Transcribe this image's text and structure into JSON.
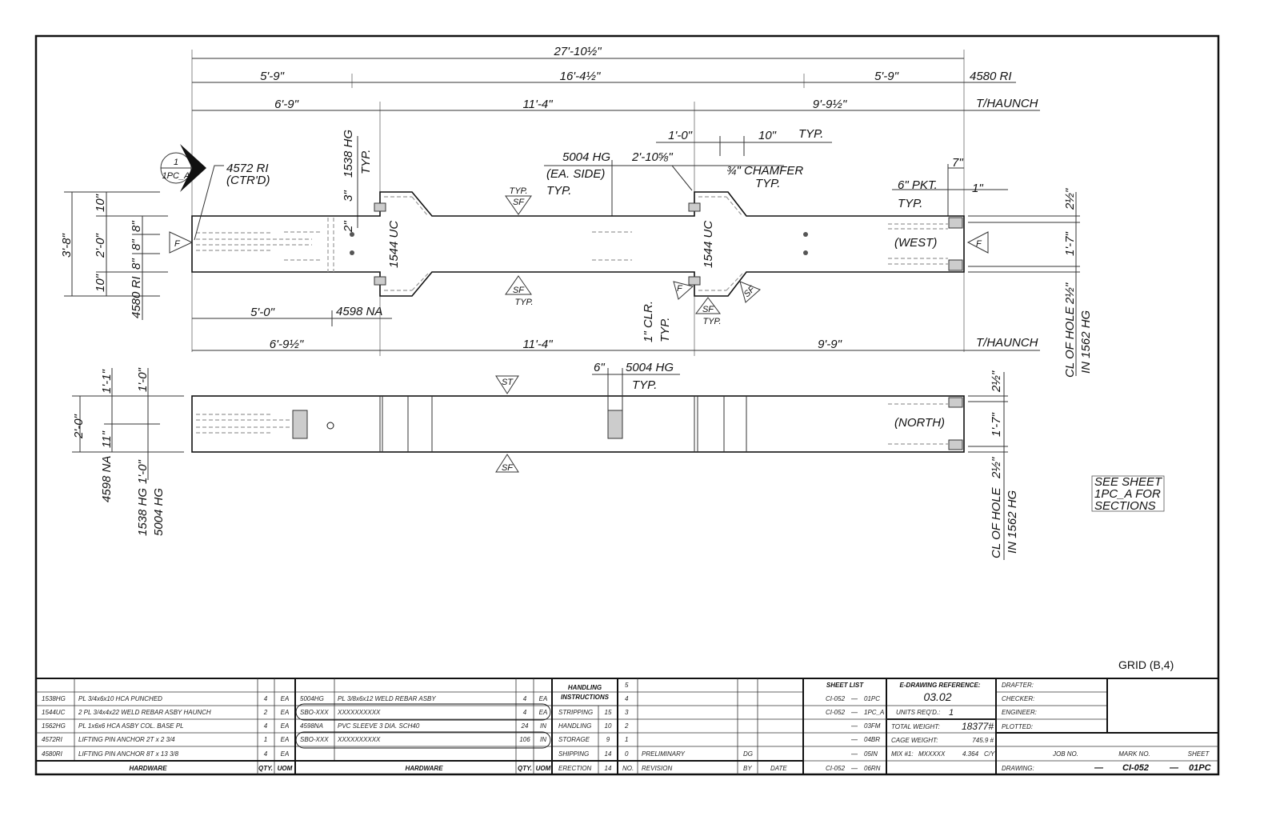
{
  "top_elevation": {
    "overall": "27'-10½\"",
    "seg1": "5'-9\"",
    "seg2": "16'-4½\"",
    "seg3": "5'-9\"",
    "ref_4580": "4580 RI",
    "haunch1": "6'-9\"",
    "haunch2": "11'-4\"",
    "haunch3": "9'-9½\"",
    "thaunch_top": "T/HAUNCH",
    "d1_0": "1'-0\"",
    "d10": "10\"",
    "typ_a": "TYP.",
    "hg5004": "5004 HG",
    "dim2_10": "2'-10⅝\"",
    "ea_side": "(EA. SIDE)",
    "typ_b": "TYP.",
    "chamfer": "¾\" CHAMFER",
    "typ_c": "TYP.",
    "pkt": "6\" PKT.",
    "typ_d": "TYP.",
    "d7": "7\"",
    "d1": "1\"",
    "ri4572": "4572 RI",
    "ctrd": "(CTR'D)",
    "section_num": "1",
    "section_sheet": "1PC_A",
    "hg1538": "1538 HG",
    "typ_e": "TYP.",
    "d3": "3\"",
    "d2": "2\"",
    "uc1": "1544 UC",
    "uc2": "1544 UC",
    "left_overall": "3'-8\"",
    "left_10a": "10\"",
    "left_20": "2'-0\"",
    "left_10b": "10\"",
    "left_8a": "8\"",
    "left_8b": "8\"",
    "left_8c": "8\"",
    "ri4580": "4580 RI",
    "west": "(WEST)",
    "f_left": "F",
    "f_right": "F",
    "f_mid": "F",
    "sf_typ_top": "SF",
    "typ_sf_top": "TYP.",
    "sf_bot": "SF",
    "typ_sf_bot": "TYP.",
    "sf_haunch": "SF",
    "typ_sf_haunch": "TYP.",
    "sf_diag": "SF",
    "clr": "1\" CLR.",
    "typ_clr": "TYP.",
    "d5_0": "5'-0\"",
    "na4598": "4598 NA",
    "b_haunch1": "6'-9½\"",
    "b_haunch2": "11'-4\"",
    "b_haunch3": "9'-9\"",
    "thaunch_bot": "T/HAUNCH",
    "r_25a": "2½\"",
    "r_17": "1'-7\"",
    "r_25b": "2½\"",
    "r_cl": "CL OF HOLE",
    "r_in": "IN 1562 HG"
  },
  "side_elevation": {
    "d6": "6\"",
    "hg5004": "5004 HG",
    "typ": "TYP.",
    "st": "ST",
    "sf": "SF",
    "north": "(NORTH)",
    "l_11": "1'-1\"",
    "l_10a": "1'-0\"",
    "l_20": "2'-0\"",
    "l_11in": "11\"",
    "l_na": "4598 NA",
    "l_10b": "1'-0\"",
    "l_hg1538": "1538 HG",
    "l_hg5004": "5004 HG",
    "r_25a": "2½\"",
    "r_17": "1'-7\"",
    "r_25b": "2½\"",
    "r_cl": "CL OF HOLE",
    "r_in": "IN 1562 HG"
  },
  "note": [
    "SEE SHEET",
    "1PC_A FOR",
    "SECTIONS"
  ],
  "grid": "GRID (B,4)",
  "hardware_left": {
    "header": {
      "name": "HARDWARE",
      "qty": "QTY.",
      "uom": "UOM"
    },
    "rows": [
      {
        "code": "1538HG",
        "desc": "PL 3/4x6x10 HCA PUNCHED",
        "qty": "4",
        "uom": "EA"
      },
      {
        "code": "1544UC",
        "desc": "2 PL 3/4x4x22 WELD REBAR ASBY HAUNCH",
        "qty": "2",
        "uom": "EA"
      },
      {
        "code": "1562HG",
        "desc": "PL 1x6x6 HCA ASBY COL. BASE PL",
        "qty": "4",
        "uom": "EA"
      },
      {
        "code": "4572RI",
        "desc": "LIFTING PIN ANCHOR 2T x 2 3/4",
        "qty": "1",
        "uom": "EA"
      },
      {
        "code": "4580RI",
        "desc": "LIFTING PIN ANCHOR 8T x 13 3/8",
        "qty": "4",
        "uom": "EA"
      }
    ]
  },
  "hardware_right": {
    "header": {
      "name": "HARDWARE",
      "qty": "QTY.",
      "uom": "UOM"
    },
    "rows": [
      {
        "code": "5004HG",
        "desc": "PL 3/8x6x12 WELD REBAR ASBY",
        "qty": "4",
        "uom": "EA"
      },
      {
        "code": "SBO-XXX",
        "desc": "XXXXXXXXXX",
        "qty": "4",
        "uom": "EA"
      },
      {
        "code": "4598NA",
        "desc": "PVC SLEEVE 3 DIA. SCH40",
        "qty": "24",
        "uom": "IN"
      },
      {
        "code": "SBO-XXX",
        "desc": "XXXXXXXXXX",
        "qty": "106",
        "uom": "IN"
      }
    ]
  },
  "handling": {
    "title1": "HANDLING",
    "title2": "INSTRUCTIONS",
    "rows": [
      {
        "label": "STRIPPING",
        "value": "15"
      },
      {
        "label": "HANDLING",
        "value": "10"
      },
      {
        "label": "STORAGE",
        "value": "9"
      },
      {
        "label": "SHIPPING",
        "value": "14"
      },
      {
        "label": "ERECTION",
        "value": "14"
      }
    ]
  },
  "revisions": {
    "rows": [
      {
        "no": "5",
        "desc": "",
        "by": "",
        "date": ""
      },
      {
        "no": "4",
        "desc": "",
        "by": "",
        "date": ""
      },
      {
        "no": "3",
        "desc": "",
        "by": "",
        "date": ""
      },
      {
        "no": "2",
        "desc": "",
        "by": "",
        "date": ""
      },
      {
        "no": "1",
        "desc": "",
        "by": "",
        "date": ""
      },
      {
        "no": "0",
        "desc": "PRELIMINARY",
        "by": "DG",
        "date": ""
      }
    ],
    "header": {
      "no": "NO.",
      "desc": "REVISION",
      "by": "BY",
      "date": "DATE"
    }
  },
  "sheet_list": {
    "title": "SHEET LIST",
    "rows": [
      {
        "job": "CI-052",
        "dash": "—",
        "sheet": "01PC"
      },
      {
        "job": "CI-052",
        "dash": "—",
        "sheet": "1PC_A"
      },
      {
        "job": "",
        "dash": "—",
        "sheet": "03FM"
      },
      {
        "job": "",
        "dash": "—",
        "sheet": "04BR"
      },
      {
        "job": "",
        "dash": "—",
        "sheet": "05IN"
      },
      {
        "job": "CI-052",
        "dash": "—",
        "sheet": "06RN"
      }
    ]
  },
  "edrawing": {
    "title": "E-DRAWING REFERENCE:",
    "value": "03.02",
    "units_label": "UNITS REQ'D.:",
    "units": "1",
    "total_weight_label": "TOTAL WEIGHT:",
    "total_weight": "18377#",
    "cage_weight_label": "CAGE WEIGHT:",
    "cage_weight": "745.9 #",
    "mix_label": "MIX #1:",
    "mix": "MXXXXX",
    "mix_qty": "4.364",
    "mix_unit": "C/Y"
  },
  "signoff": {
    "drafter": "DRAFTER:",
    "checker": "CHECKER:",
    "engineer": "ENGINEER:",
    "plotted": "PLOTTED:"
  },
  "drawing_id": {
    "job_label": "JOB NO.",
    "mark_label": "MARK NO.",
    "sheet_label": "SHEET",
    "drawing_label": "DRAWING:",
    "job": "—",
    "mark": "CI-052",
    "dash": "—",
    "sheet": "01PC"
  }
}
